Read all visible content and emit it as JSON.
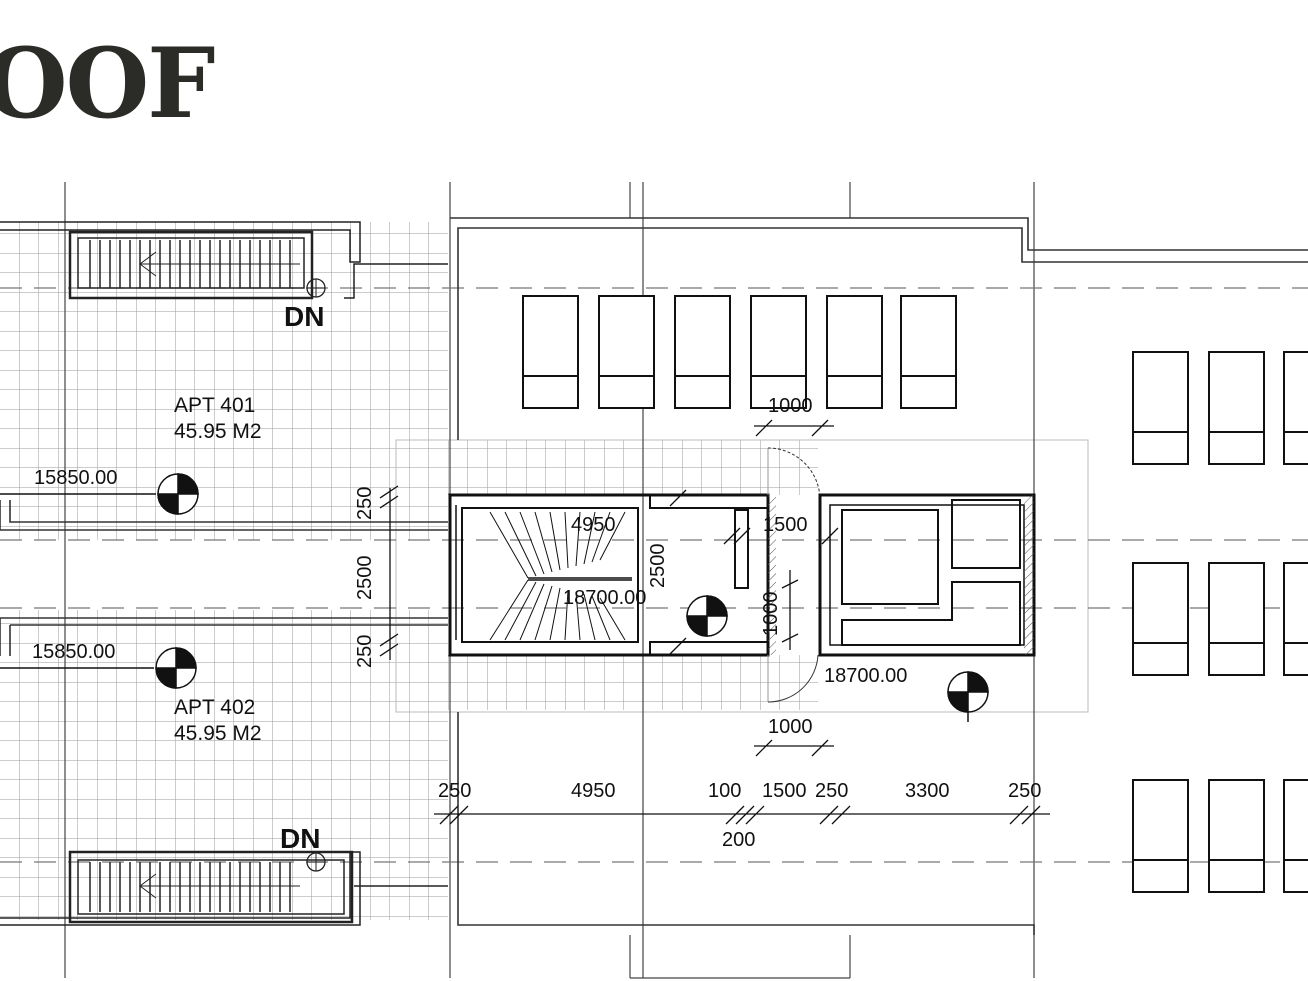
{
  "title": "OOF",
  "apartments": [
    {
      "name": "APT 401",
      "area": "45.95 M2",
      "elevation": "15850.00"
    },
    {
      "name": "APT 402",
      "area": "45.95 M2",
      "elevation": "15850.00"
    }
  ],
  "stair_labels": [
    "DN",
    "DN"
  ],
  "core_elevations": [
    "18700.00",
    "18700.00"
  ],
  "core_dims": {
    "len": "4950",
    "width": "2500",
    "side": "1500",
    "door": "1000"
  },
  "vertical_dims": [
    "250",
    "2500",
    "250"
  ],
  "door_dims": [
    "1000",
    "1000"
  ],
  "bottom_dims": [
    "250",
    "4950",
    "100",
    "1500",
    "250",
    "3300",
    "250"
  ],
  "bottom_dim_under": "200",
  "colors": {
    "line": "#1a1a1a",
    "grid": "#9a9a9a",
    "dash": "#777777",
    "title": "#2b2b28"
  }
}
